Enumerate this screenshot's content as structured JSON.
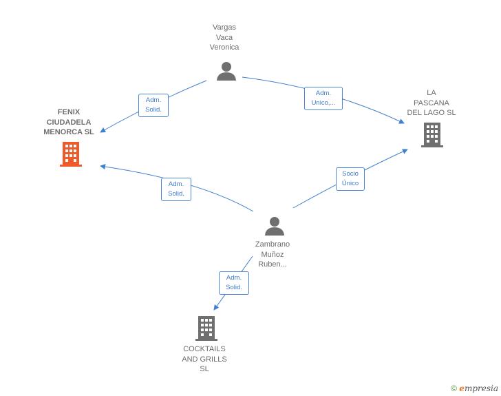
{
  "nodes": {
    "vargas": {
      "lines": [
        "Vargas",
        "Vaca",
        "Veronica"
      ],
      "icon": "person-icon"
    },
    "fenix": {
      "lines": [
        "FENIX",
        "CIUDADELA",
        "MENORCA  SL"
      ],
      "icon": "building-icon",
      "color": "#f05a28"
    },
    "pascana": {
      "lines": [
        "LA",
        "PASCANA",
        "DEL LAGO  SL"
      ],
      "icon": "building-icon",
      "color": "#6f6f6f"
    },
    "zambrano": {
      "lines": [
        "Zambrano",
        "Muñoz",
        "Ruben..."
      ],
      "icon": "person-icon"
    },
    "cocktails": {
      "lines": [
        "COCKTAILS",
        "AND GRILLS",
        "SL"
      ],
      "icon": "building-icon",
      "color": "#6f6f6f"
    }
  },
  "edges": {
    "vargas_fenix": [
      "Adm.",
      "Solid."
    ],
    "vargas_pascana": [
      "Adm.",
      "Unico,..."
    ],
    "zambrano_fenix": [
      "Adm.",
      "Solid."
    ],
    "zambrano_pascana": [
      "Socio",
      "Único"
    ],
    "zambrano_cocktails": [
      "Adm.",
      "Solid."
    ]
  },
  "colors": {
    "edge": "#3f7fd1",
    "person": "#6f6f6f"
  },
  "footer": {
    "copyright": "©",
    "brand_initial": "e",
    "brand_rest": "mpresia"
  }
}
